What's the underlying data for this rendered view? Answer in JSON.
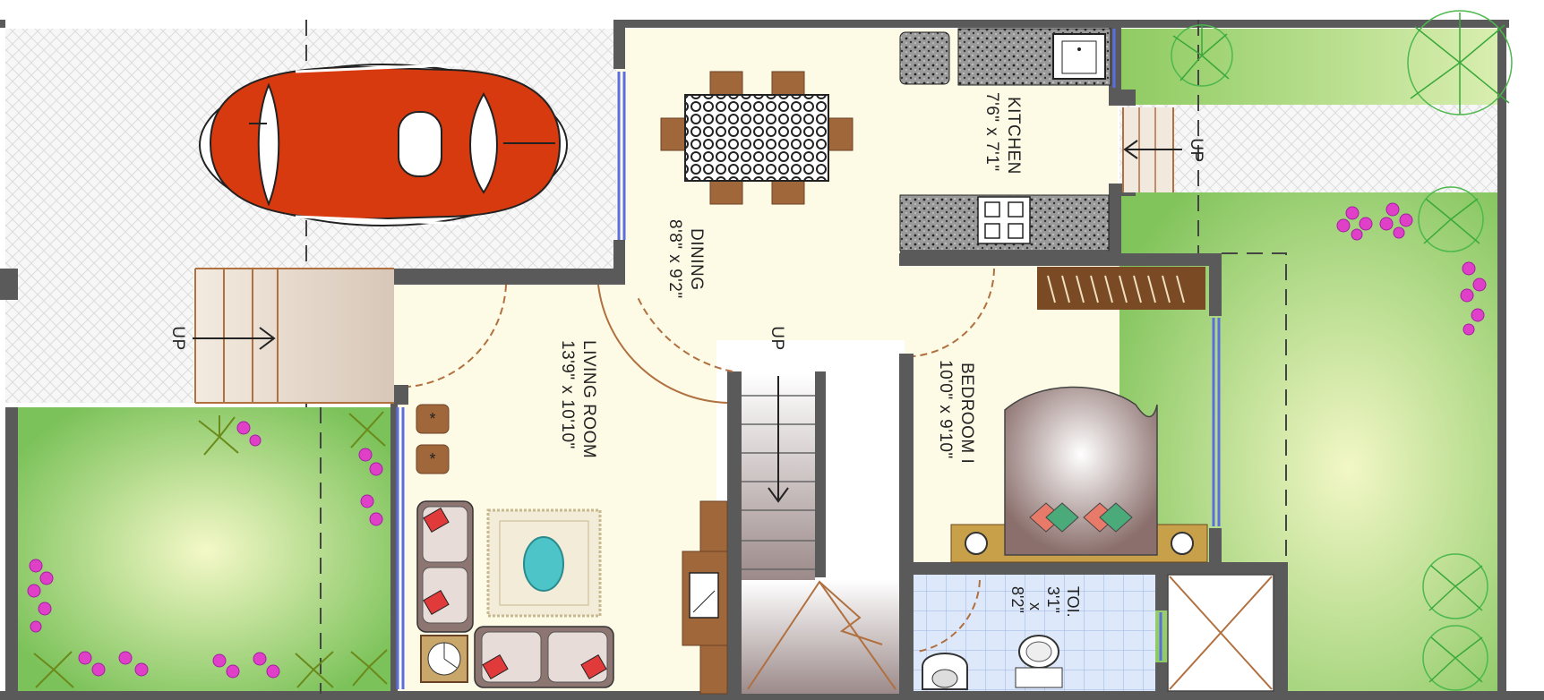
{
  "rooms": {
    "kitchen": {
      "name": "KITCHEN",
      "size": "7'6\" x 7'1\""
    },
    "dining": {
      "name": "DINING",
      "size": "8'8\" x 9'2\""
    },
    "living": {
      "name": "LIVING ROOM",
      "size": "13'9\" x 10'10\""
    },
    "bedroom": {
      "name": "BEDROOM I",
      "size": "10'0\" x 9'10\""
    },
    "toilet": {
      "name": "TOI.",
      "size_w": "3'1\"",
      "size_x": "x",
      "size_h": "8'2\""
    }
  },
  "labels": {
    "up_left": "UP",
    "up_stair": "UP",
    "up_right": "UP"
  },
  "colors": {
    "floor": "#fdfbe6",
    "garden": "#9bd06a",
    "wall": "#5a5a5a",
    "car": "#d83a10",
    "wood": "#a0683a",
    "window": "#5b6ee0"
  }
}
